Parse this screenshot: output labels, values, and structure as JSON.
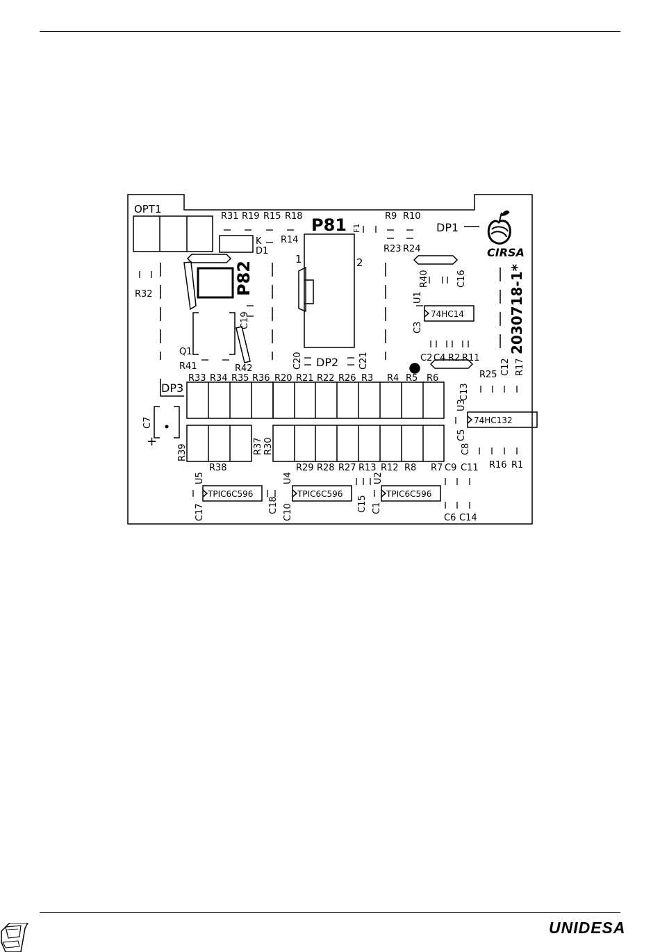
{
  "board": {
    "part_number": "2030718-1*",
    "logo_text": "CIRSA",
    "headers": {
      "p81": "P81",
      "p82": "P82"
    },
    "dip_switches": {
      "dp1": "DP1",
      "dp2": "DP2",
      "dp3": "DP3"
    },
    "opt1": "OPT1",
    "p81_pins": [
      "1",
      "2"
    ],
    "ics": {
      "u1": {
        "ref": "U1",
        "part": "74HC14"
      },
      "u3": {
        "ref": "U3",
        "part": "74HC132"
      },
      "u5": {
        "ref": "U5",
        "part": "TPIC6C596"
      },
      "u4": {
        "ref": "U4",
        "part": "TPIC6C596"
      },
      "u2": {
        "ref": "U2",
        "part": "TPIC6C596"
      }
    },
    "labels": {
      "r31": "R31",
      "r19": "R19",
      "r15": "R15",
      "r18": "R18",
      "r9": "R9",
      "r10": "R10",
      "f1": "F1",
      "k": "K",
      "d1": "D1",
      "r14": "R14",
      "r23": "R23",
      "r24": "R24",
      "r32": "R32",
      "c19": "C19",
      "q1": "Q1",
      "r41": "R41",
      "r42": "R42",
      "r40": "R40",
      "c16": "C16",
      "c3": "C3",
      "c20": "C20",
      "c21": "C21",
      "c2": "C2",
      "c4": "C4",
      "r2": "R2",
      "r11": "R11",
      "r25": "R25",
      "c12": "C12",
      "r17": "R17",
      "c13": "C13",
      "c5": "C5",
      "c8": "C8",
      "r16": "R16",
      "r1": "R1",
      "c9": "C9",
      "c11": "C11",
      "c6": "C6",
      "c14": "C14",
      "c7": "C7",
      "r39": "R39",
      "r38": "R38",
      "r37": "R37",
      "r30": "R30",
      "c17": "C17",
      "c18": "C18",
      "c10": "C10",
      "c15": "C15",
      "c1": "C1",
      "plus": "+"
    },
    "resistor_top_row": [
      "R33",
      "R34",
      "R35",
      "R36",
      "R20",
      "R21",
      "R22",
      "R26",
      "R3",
      "R4",
      "R5",
      "R6"
    ],
    "resistor_bottom_row": [
      "R29",
      "R28",
      "R27",
      "R13",
      "R12",
      "R8",
      "R7"
    ]
  },
  "footer": {
    "brand": "UNIDESA"
  }
}
